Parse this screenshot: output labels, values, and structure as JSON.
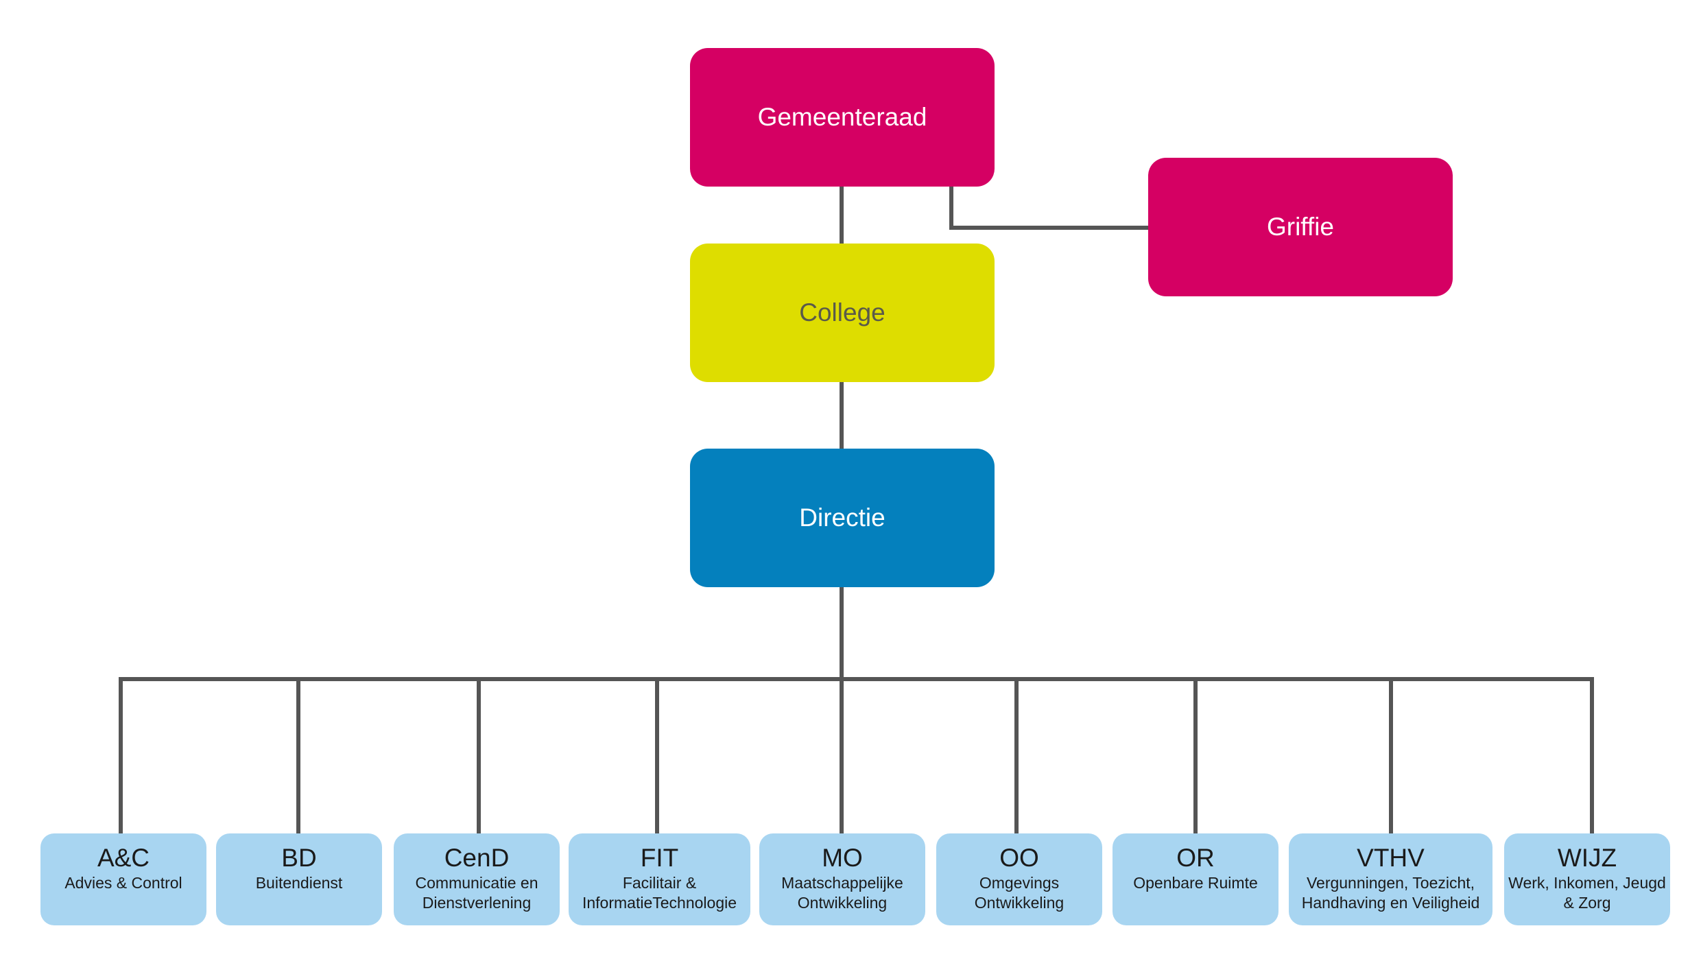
{
  "top": {
    "gemeenteraad": "Gemeenteraad",
    "griffie": "Griffie",
    "college": "College",
    "directie": "Directie"
  },
  "departments": [
    {
      "abbr": "A&C",
      "name": "Advies & Control"
    },
    {
      "abbr": "BD",
      "name": "Buitendienst"
    },
    {
      "abbr": "CenD",
      "name": "Communicatie en Dienstverlening"
    },
    {
      "abbr": "FIT",
      "name": "Facilitair & InformatieTechnologie"
    },
    {
      "abbr": "MO",
      "name": "Maatschappelijke Ontwikkeling"
    },
    {
      "abbr": "OO",
      "name": "Omgevings Ontwikkeling"
    },
    {
      "abbr": "OR",
      "name": "Openbare Ruimte"
    },
    {
      "abbr": "VTHV",
      "name": "Vergunningen, Toezicht, Handhaving en Veiligheid"
    },
    {
      "abbr": "WIJZ",
      "name": "Werk, Inkomen, Jeugd & Zorg"
    }
  ],
  "colors": {
    "council": "#d50063",
    "college": "#dedd00",
    "directie": "#0480bd",
    "department": "#a8d5f1",
    "connector": "#555555"
  }
}
